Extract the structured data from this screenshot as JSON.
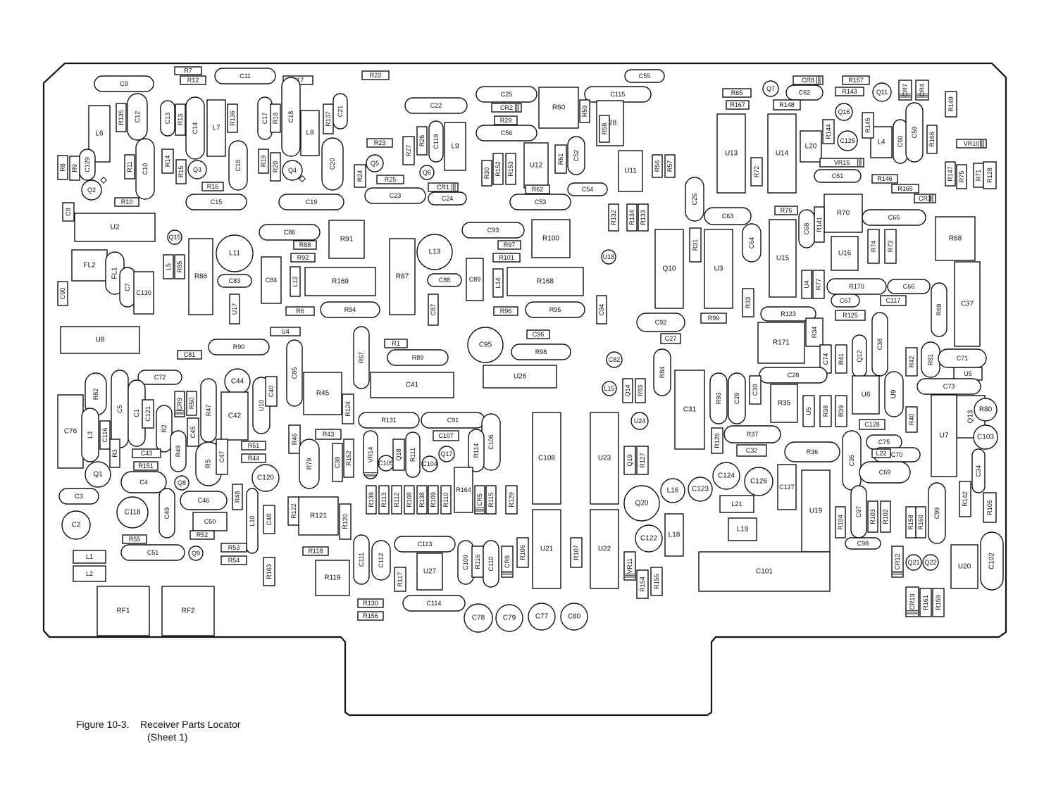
{
  "figure": {
    "number": "Figure 10-3.",
    "title": "Receiver Parts Locator",
    "subtitle": "(Sheet 1)"
  },
  "labels": [
    "R7",
    "R12",
    "C11",
    "R17",
    "R22",
    "C55",
    "C9",
    "C12",
    "C25",
    "C115",
    "R157",
    "R65",
    "C62",
    "C8",
    "R135",
    "C13",
    "R13",
    "C14",
    "R136",
    "C17",
    "R18",
    "C18",
    "R137",
    "C21",
    "C22",
    "CR2",
    "R60",
    "R59",
    "R29",
    "C56",
    "U28",
    "R167",
    "R148",
    "Q7",
    "CR8",
    "R143",
    "Q11",
    "CR7",
    "CR4",
    "R149",
    "L6",
    "L7",
    "L8",
    "C129",
    "R11",
    "C10",
    "R14",
    "R15",
    "Q3",
    "C16",
    "R19",
    "R20",
    "Q4",
    "C20",
    "R23",
    "R27",
    "R26",
    "C119",
    "L9",
    "Q5",
    "Q6",
    "R24",
    "R25",
    "C23",
    "CR1",
    "C24",
    "R30",
    "R152",
    "R153",
    "U12",
    "R61",
    "C52",
    "R62",
    "C54",
    "C53",
    "U11",
    "R56",
    "R57",
    "U13",
    "R72",
    "U14",
    "L20",
    "C125",
    "L4",
    "C60",
    "C59",
    "R166",
    "VR10",
    "R144",
    "Q16",
    "R145",
    "VR15",
    "C61",
    "R146",
    "R165",
    "CR3",
    "R147",
    "R75",
    "R71",
    "R128",
    "R8",
    "R9",
    "Q2",
    "R10",
    "R16",
    "C15",
    "C19",
    "C26",
    "C63",
    "R76",
    "C65",
    "R70",
    "U2",
    "Q15",
    "C86",
    "R91",
    "R88",
    "R92",
    "C93",
    "R100",
    "R97",
    "R101",
    "R58",
    "R132",
    "R134",
    "R133",
    "R31",
    "C64",
    "C68",
    "R141",
    "U15",
    "U16",
    "R74",
    "R73",
    "R68",
    "FL2",
    "FL1",
    "C7",
    "C130",
    "L5",
    "R85",
    "R86",
    "L11",
    "C83",
    "C84",
    "L12",
    "R169",
    "U17",
    "R87",
    "L13",
    "C88",
    "C89",
    "L14",
    "R168",
    "U18",
    "Q10",
    "U3",
    "U4",
    "R77",
    "R170",
    "C66",
    "C90",
    "R6",
    "R94",
    "C87",
    "R96",
    "R95",
    "C94",
    "R99",
    "R33",
    "R123",
    "C67",
    "C117",
    "R69",
    "C37",
    "U8",
    "U4",
    "R90",
    "C81",
    "R1",
    "R89",
    "C95",
    "C96",
    "R98",
    "C92",
    "C27",
    "R34",
    "R171",
    "R125",
    "R67",
    "C85",
    "C82",
    "Q12",
    "C38",
    "C74",
    "R41",
    "R42",
    "R81",
    "C71",
    "C72",
    "C44",
    "C41",
    "U26",
    "L15",
    "Q14",
    "R83",
    "R84",
    "C28",
    "C31",
    "U5",
    "R82",
    "C5",
    "C1",
    "C121",
    "CR9",
    "R50",
    "R47",
    "C42",
    "U10",
    "C40",
    "R45",
    "R124",
    "R93",
    "C29",
    "C30",
    "R35",
    "U6",
    "U9",
    "C73",
    "C76",
    "L3",
    "C116",
    "R3",
    "R2",
    "C45",
    "R49",
    "C43",
    "R151",
    "R5",
    "C47",
    "R51",
    "R44",
    "R46",
    "R43",
    "R131",
    "C91",
    "C106",
    "C107",
    "R114",
    "C108",
    "U23",
    "U24",
    "Q13",
    "U5",
    "R38",
    "R39",
    "R40",
    "R80",
    "C128",
    "R79",
    "C39",
    "R162",
    "VR14",
    "C105",
    "Q18",
    "R111",
    "C104",
    "Q17",
    "Q19",
    "R127",
    "R126",
    "R37",
    "C32",
    "R36",
    "C35",
    "C75",
    "C70",
    "U7",
    "C103",
    "Q1",
    "C4",
    "Q8",
    "C120",
    "C3",
    "C46",
    "R48",
    "R164",
    "L16",
    "C123",
    "C124",
    "C126",
    "C127",
    "L22",
    "C69",
    "C34",
    "C118",
    "C49",
    "C50",
    "L10",
    "C48",
    "R122",
    "R121",
    "R120",
    "R139",
    "R113",
    "R112",
    "R108",
    "R138",
    "R109",
    "R110",
    "CR5",
    "R115",
    "R129",
    "Q20",
    "L21",
    "U19",
    "R104",
    "C97",
    "R103",
    "R102",
    "R158",
    "R160",
    "C99",
    "R142",
    "R105",
    "C2",
    "R55",
    "R52",
    "R53",
    "R54",
    "C51",
    "Q9",
    "R118",
    "C113",
    "R106",
    "U21",
    "R107",
    "U22",
    "C122",
    "L18",
    "L19",
    "C98",
    "L1",
    "L2",
    "R163",
    "R119",
    "C111",
    "C112",
    "R117",
    "U27",
    "C109",
    "R116",
    "C110",
    "CR6",
    "VR11",
    "R154",
    "R155",
    "C101",
    "CR12",
    "Q21",
    "Q22",
    "U20",
    "C102",
    "RF1",
    "RF2",
    "R130",
    "R156",
    "C114",
    "C78",
    "C79",
    "C77",
    "C80",
    "CR13",
    "R161",
    "R159"
  ]
}
